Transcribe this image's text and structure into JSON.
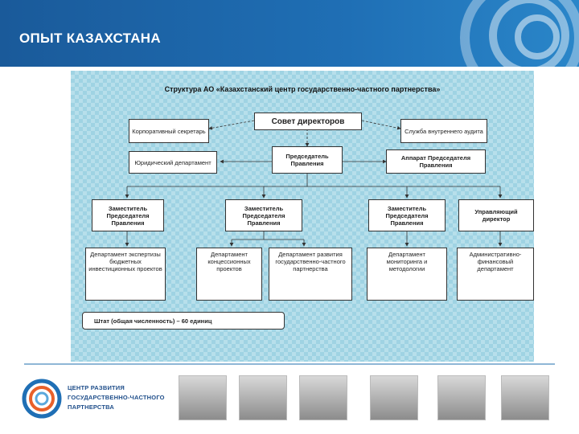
{
  "header": {
    "title": "ОПЫТ КАЗАХСТАНА"
  },
  "diagram": {
    "title": "Структура АО «Казахстанский центр государственно-частного партнерства»",
    "board": "Совет директоров",
    "corporate_secretary": "Корпоративный секретарь",
    "internal_audit": "Служба внутреннего аудита",
    "legal_department": "Юридический департамент",
    "chairman": "Председатель Правления",
    "chairman_office": "Аппарат Председателя Правления",
    "deputies": [
      "Заместитель Председателя Правления",
      "Заместитель Председателя Правления",
      "Заместитель Председателя Правления"
    ],
    "managing_director": "Управляющий директор",
    "departments": [
      "Департамент экспертизы бюджетных инвестиционных проектов",
      "Департамент концессионных проектов",
      "Департамент развития государственно-частного партнерства",
      "Департамент мониторинга и методологии",
      "Административно-финансовый департамент"
    ],
    "staff": "Штат (общая численность) –   60 единиц"
  },
  "footer": {
    "logo_text": [
      "ЦЕНТР РАЗВИТИЯ",
      "ГОСУДАРСТВЕННО-ЧАСТНОГО",
      "ПАРТНЕРСТВА"
    ],
    "thumbnails": [
      "railway-photo",
      "bridge-photo",
      "power-line-photo",
      "lamp-photo",
      "stadium-photo",
      "houses-photo"
    ]
  },
  "colors": {
    "header": "#1f6fb5",
    "panel": "#9fd3e3",
    "logo": "#1f4e8a"
  }
}
